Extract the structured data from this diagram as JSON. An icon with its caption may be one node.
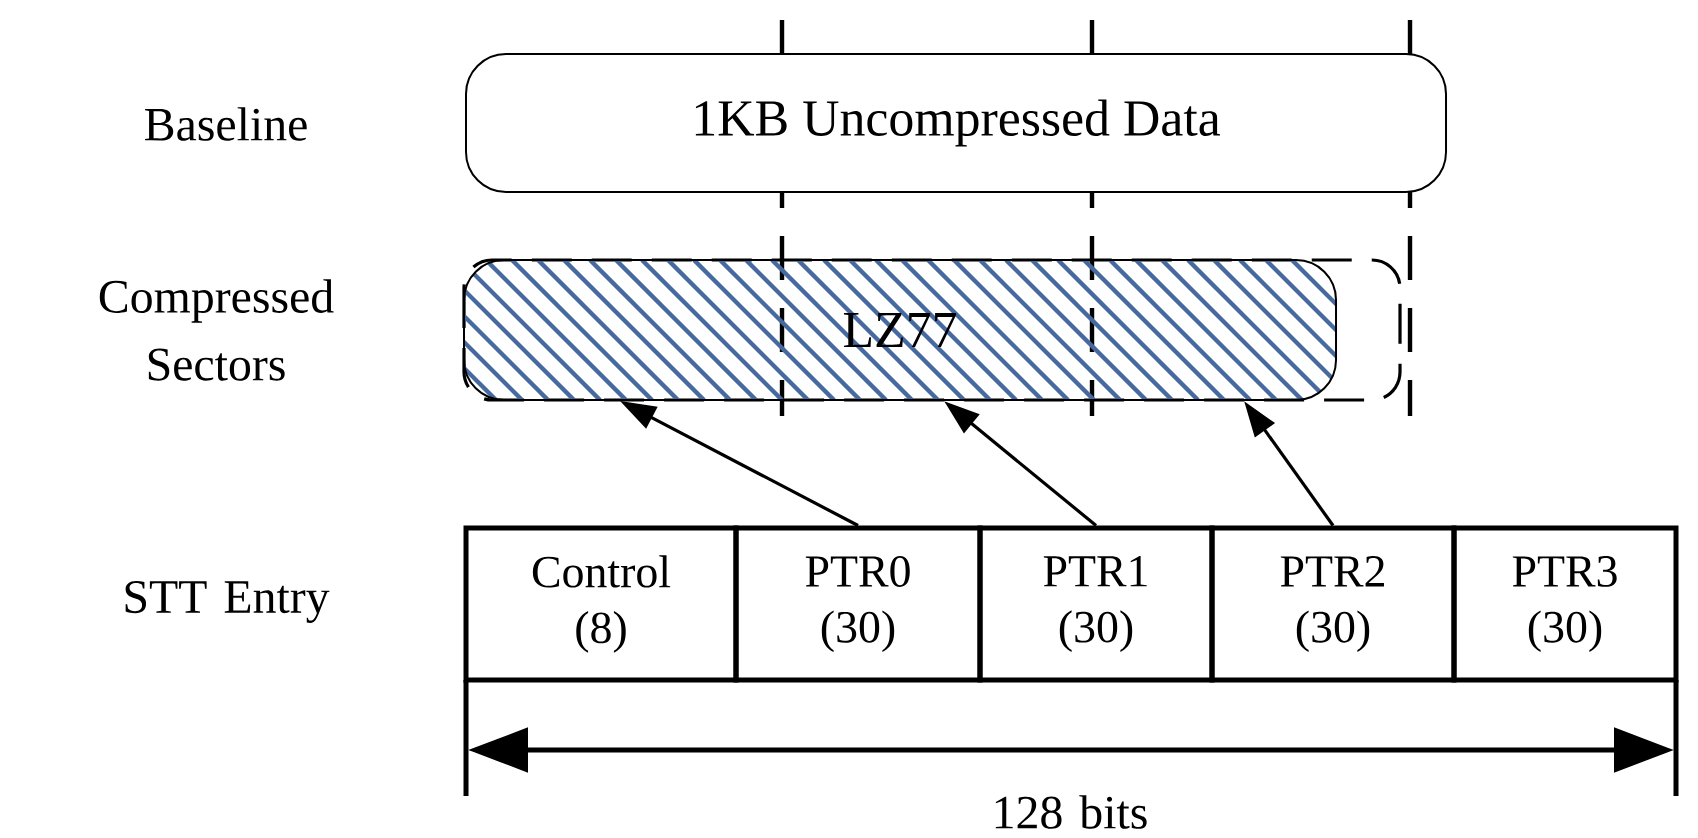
{
  "diagram": {
    "nodes": [
      {
        "text": [
          "1KB Uncompressed Data"
        ]
      },
      {
        "text": [
          "LZ77"
        ]
      },
      {
        "text": [
          "Control (8)"
        ]
      },
      {
        "text": [
          "PTR0 (30)"
        ]
      },
      {
        "text": [
          "PTR1 (30)"
        ]
      },
      {
        "text": [
          "PTR2 (30)"
        ]
      },
      {
        "text": [
          "PTR3 (30)"
        ]
      }
    ],
    "edges": [
      {
        "from": 3,
        "to": 1,
        "arrow": "to"
      },
      {
        "from": 4,
        "to": 1,
        "arrow": "to"
      },
      {
        "from": 5,
        "to": 1,
        "arrow": "to"
      }
    ],
    "labels": [
      "Baseline",
      "Compressed Sectors",
      "STT Entry",
      "128 bits"
    ]
  }
}
